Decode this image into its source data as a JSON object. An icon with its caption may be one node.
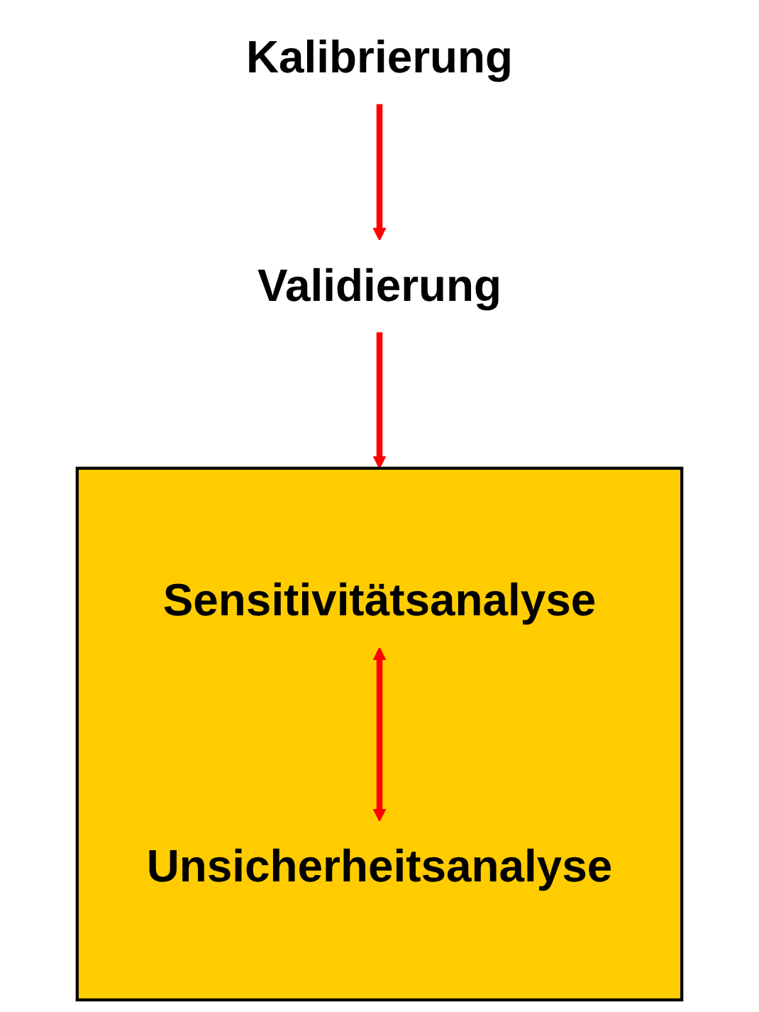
{
  "diagram": {
    "nodes": [
      {
        "text": [
          "Kalibrierung"
        ]
      },
      {
        "text": [
          "Validierung"
        ]
      },
      {
        "text": [],
        "shape": "box"
      },
      {
        "text": [
          "Sensitivitätsanalyse"
        ],
        "in": 2
      },
      {
        "text": [
          "Unsicherheitsanalyse"
        ],
        "in": 2
      }
    ],
    "edges": [
      {
        "from": 0,
        "to": 1,
        "arrow": "to"
      },
      {
        "from": 1,
        "to": 2,
        "arrow": "to"
      },
      {
        "from": 3,
        "to": 4,
        "arrow": "both"
      }
    ]
  }
}
